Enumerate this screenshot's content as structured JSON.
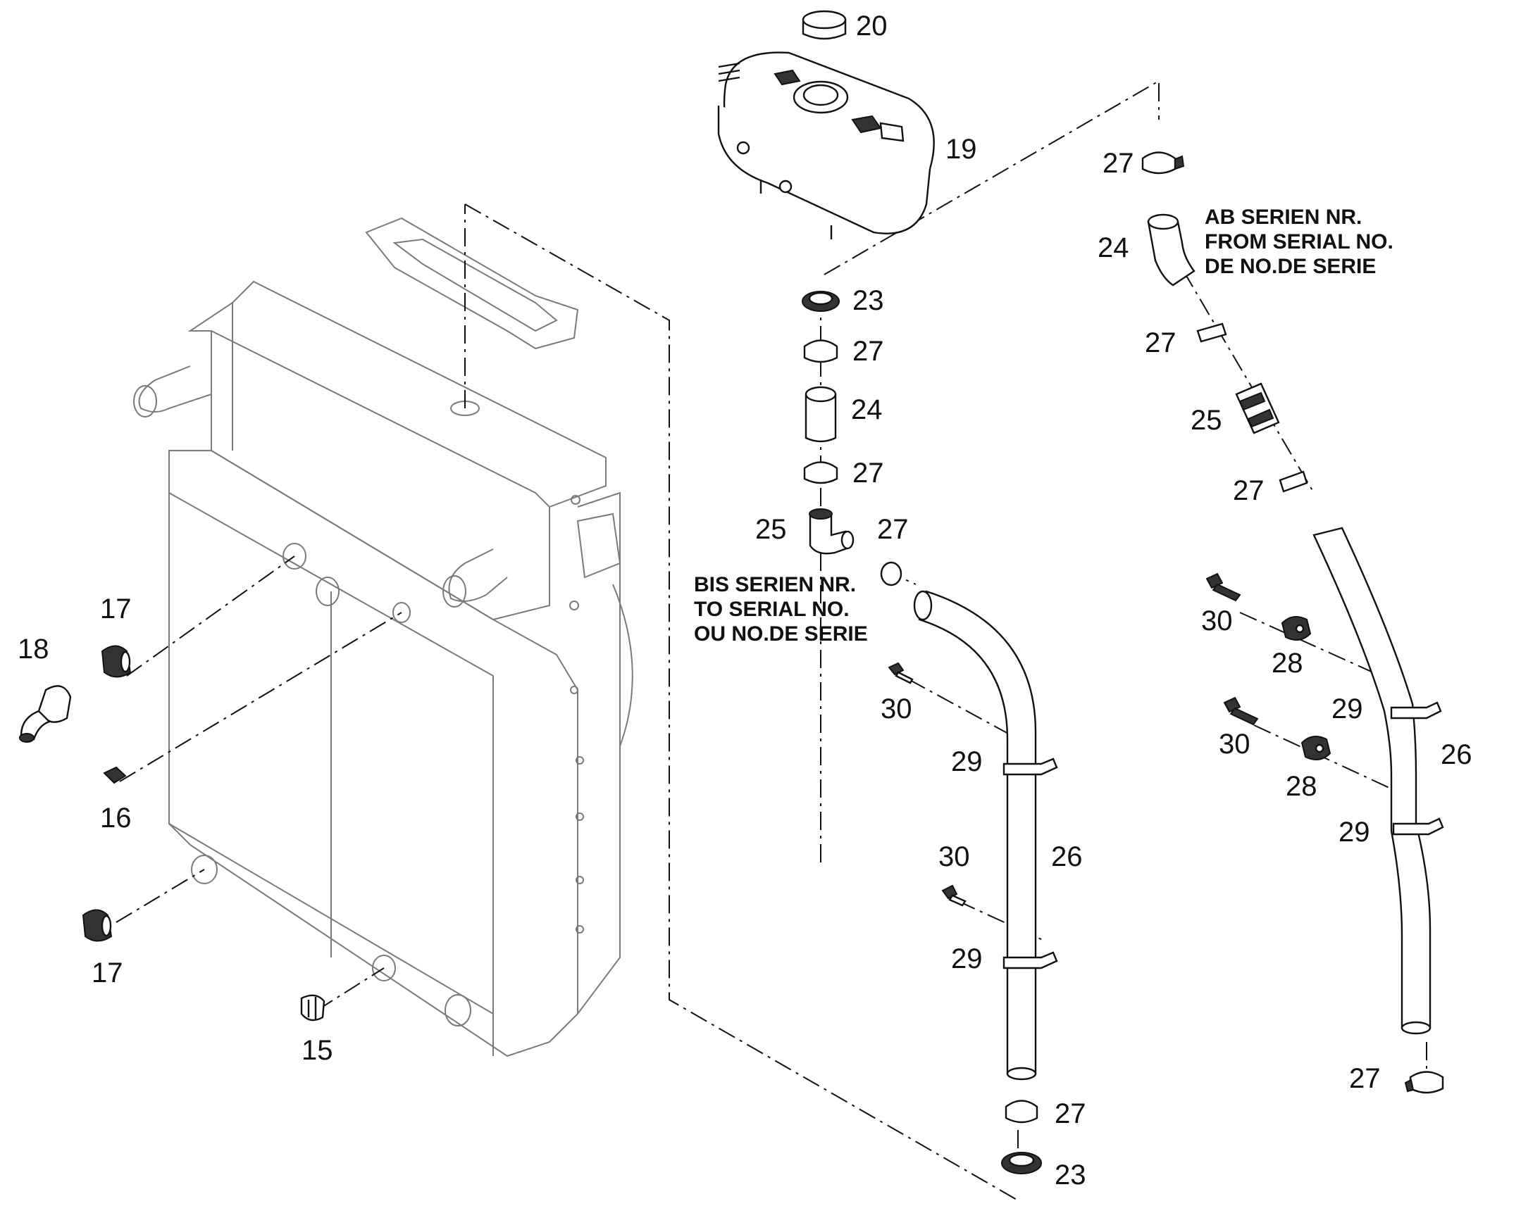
{
  "diagram": {
    "callouts": {
      "c15": "15",
      "c16": "16",
      "c17a": "17",
      "c17b": "17",
      "c18": "18",
      "c19": "19",
      "c20": "20",
      "c23a": "23",
      "c23b": "23",
      "c24a": "24",
      "c24b": "24",
      "c25a": "25",
      "c25b": "25",
      "c26a": "26",
      "c26b": "26",
      "c27a": "27",
      "c27b": "27",
      "c27c": "27",
      "c27d": "27",
      "c27e": "27",
      "c27f": "27",
      "c27g": "27",
      "c27h": "27",
      "c28a": "28",
      "c28b": "28",
      "c29a": "29",
      "c29b": "29",
      "c29c": "29",
      "c29d": "29",
      "c30a": "30",
      "c30b": "30",
      "c30c": "30",
      "c30d": "30"
    },
    "notes": {
      "to_serial": [
        "BIS SERIEN NR.",
        "TO SERIAL NO.",
        "OU NO.DE SERIE"
      ],
      "from_serial": [
        "AB SERIEN NR.",
        "FROM SERIAL NO.",
        "DE NO.DE SERIE"
      ]
    }
  }
}
